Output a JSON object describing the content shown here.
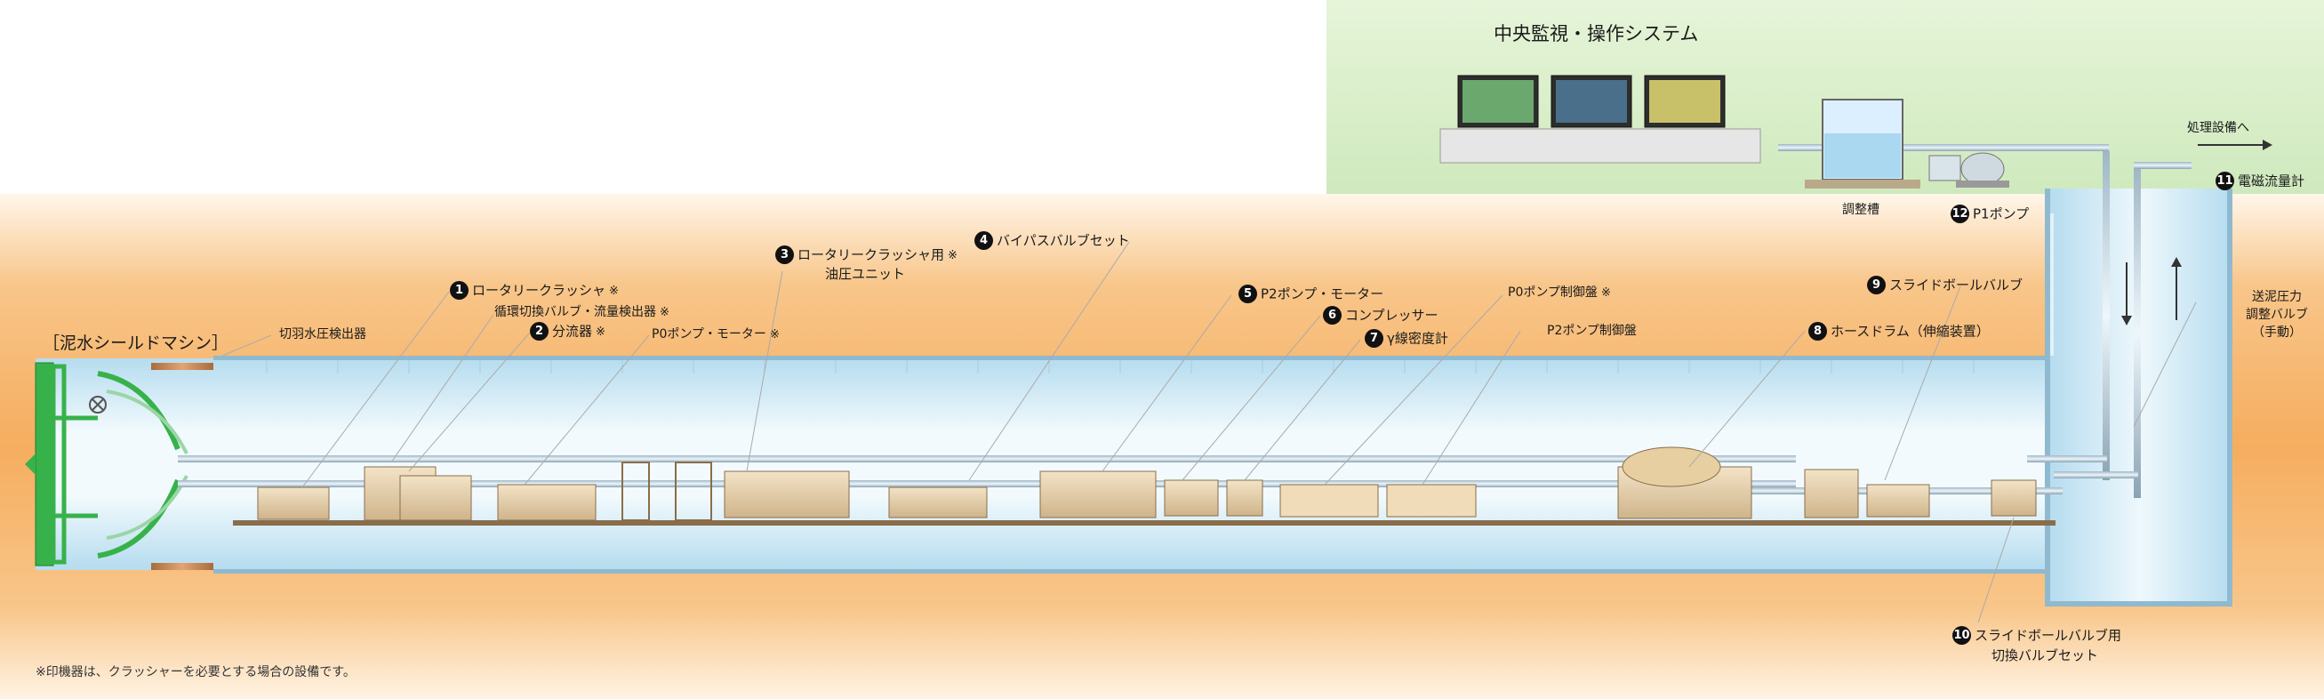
{
  "system_title": "中央監視・操作システム",
  "machine_label": "［泥水シールドマシン］",
  "labels": {
    "face_pressure": "切羽水圧検出器",
    "item1": {
      "num": "1",
      "text": "ロータリークラッシャ",
      "mark": "※"
    },
    "valve_flow": {
      "text": "循環切換バルブ・流量検出器",
      "mark": "※"
    },
    "item2": {
      "num": "2",
      "text": "分流器",
      "mark": "※"
    },
    "p0_pump": {
      "text": "P0ポンプ・モーター",
      "mark": "※"
    },
    "item3": {
      "num": "3",
      "text": "ロータリークラッシャ用",
      "text2": "油圧ユニット",
      "mark": "※"
    },
    "item4": {
      "num": "4",
      "text": "バイパスバルブセット"
    },
    "item5": {
      "num": "5",
      "text": "P2ポンプ・モーター"
    },
    "item6": {
      "num": "6",
      "text": "コンプレッサー"
    },
    "item7": {
      "num": "7",
      "text": "γ線密度計"
    },
    "p0_panel": {
      "text": "P0ポンプ制御盤",
      "mark": "※"
    },
    "p2_panel": {
      "text": "P2ポンプ制御盤"
    },
    "item8": {
      "num": "8",
      "text": "ホースドラム（伸縮装置）"
    },
    "item9": {
      "num": "9",
      "text": "スライドボールバルブ"
    },
    "item10": {
      "num": "10",
      "text": "スライドボールバルブ用",
      "text2": "切換バルブセット"
    },
    "item11": {
      "num": "11",
      "text": "電磁流量計"
    },
    "item12": {
      "num": "12",
      "text": "P1ポンプ"
    },
    "tank": "調整槽",
    "to_treatment": "処理設備へ",
    "adjust_valve": {
      "line1": "送泥圧力",
      "line2": "調整バルブ",
      "line3": "（手動）"
    }
  },
  "footnote": "※印機器は、クラッシャーを必要とする場合の設備です。",
  "colors": {
    "ground": "#f6b46a",
    "surface": "#d7edc8",
    "tunnel": "#cfe8f4",
    "machine": "#34b04a",
    "equipment": "#e7cfa6"
  }
}
